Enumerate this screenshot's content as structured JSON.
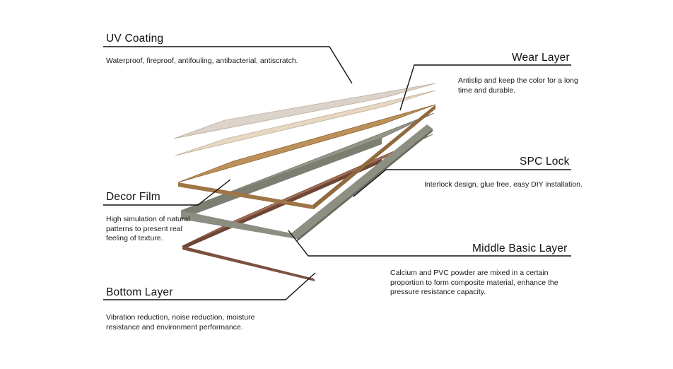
{
  "layers": [
    {
      "key": "uv-coating",
      "title": "UV Coating",
      "description": "Waterproof, fireproof, antifouling, antibacterial, antiscratch."
    },
    {
      "key": "wear-layer",
      "title": "Wear Layer",
      "description": "Antislip and keep the color for a long time and durable."
    },
    {
      "key": "spc-lock",
      "title": "SPC Lock",
      "description": "Interlock design, glue free, easy DIY installation."
    },
    {
      "key": "decor-film",
      "title": "Decor Film",
      "description": "High simulation of natural patterns to present real feeling of texture."
    },
    {
      "key": "middle-basic-layer",
      "title": "Middle Basic Layer",
      "description": "Calcium and PVC powder are mixed in a certain proportion to form composite material, enhance the pressure resistance capacity."
    },
    {
      "key": "bottom-layer",
      "title": "Bottom Layer",
      "description": "Vibration reduction, noise reduction, moisture resistance and environment performance."
    }
  ],
  "colors": {
    "uv_coating": "#d8d2c8",
    "wear_layer": "#e7d8c4",
    "decor_film": "#c29a5c",
    "middle_basic": "#9a9a8c",
    "bottom_layer": "#a2725a",
    "leader_line": "#111111"
  }
}
